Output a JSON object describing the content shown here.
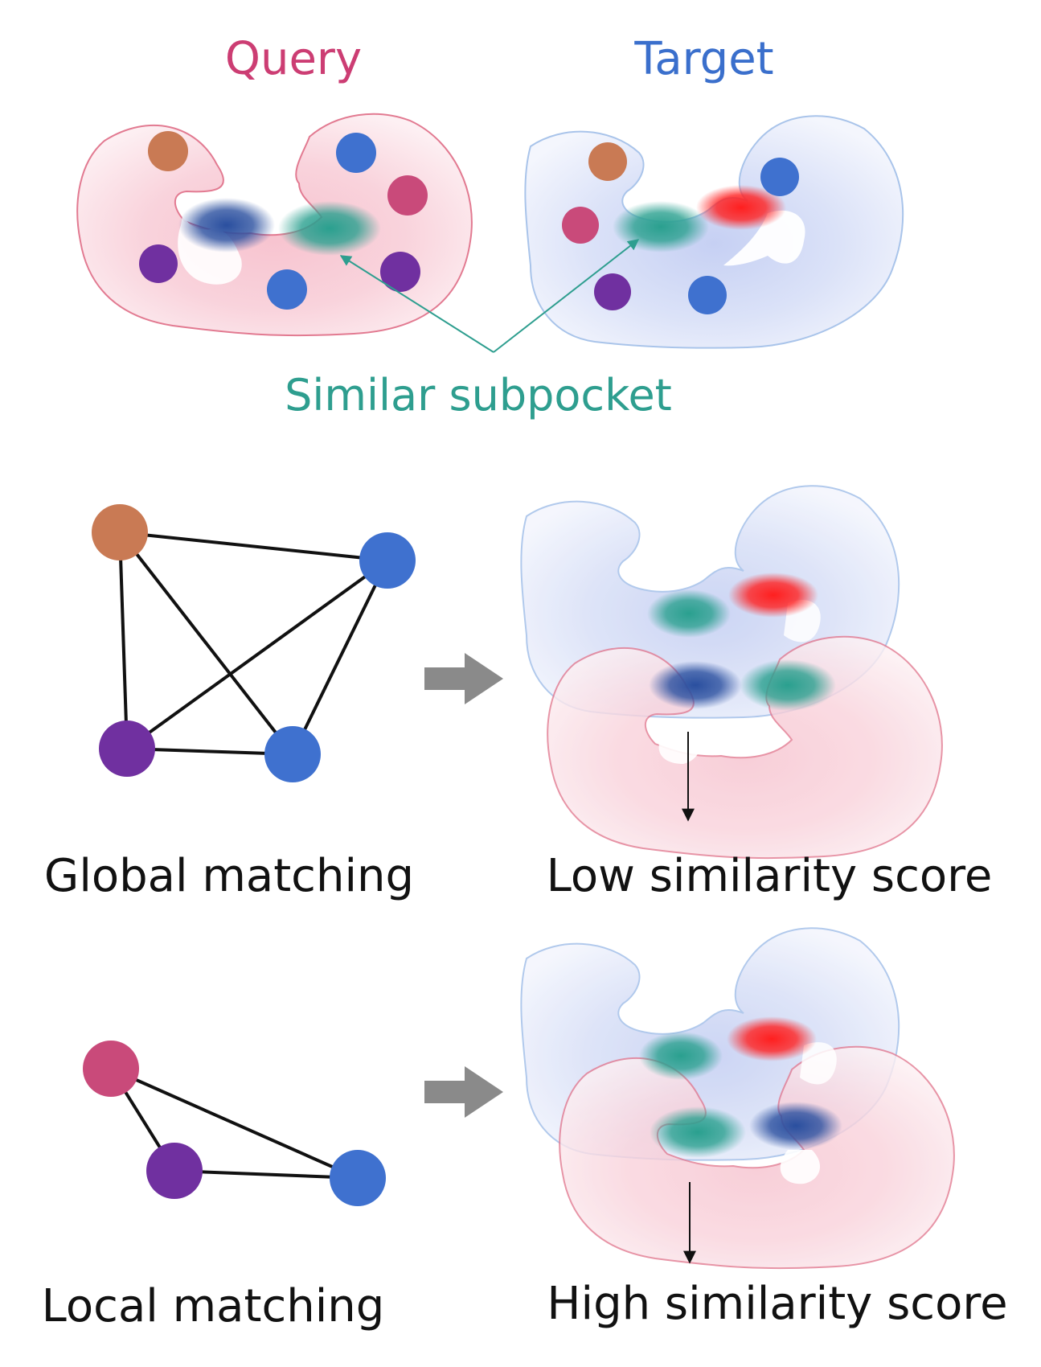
{
  "labels": {
    "query": "Query",
    "target": "Target",
    "similar_subpocket": "Similar subpocket",
    "global_matching": "Global matching",
    "low_similarity_score": "Low similarity score",
    "local_matching": "Local matching",
    "high_similarity_score": "High similarity score"
  },
  "colors": {
    "query": "#cc3d73",
    "target": "#3a6fcc",
    "subpocket": "#2e9e8f",
    "orange_node": "#c97a54",
    "blue_node": "#3f71cf",
    "crimson_node": "#c94a7a",
    "purple_node": "#7030a0",
    "red_site": "#ff1f1f",
    "navy_site": "#2a4f9f",
    "teal_site": "#2aa08f",
    "arrow": "#8a8a8a",
    "edge": "#111111"
  }
}
